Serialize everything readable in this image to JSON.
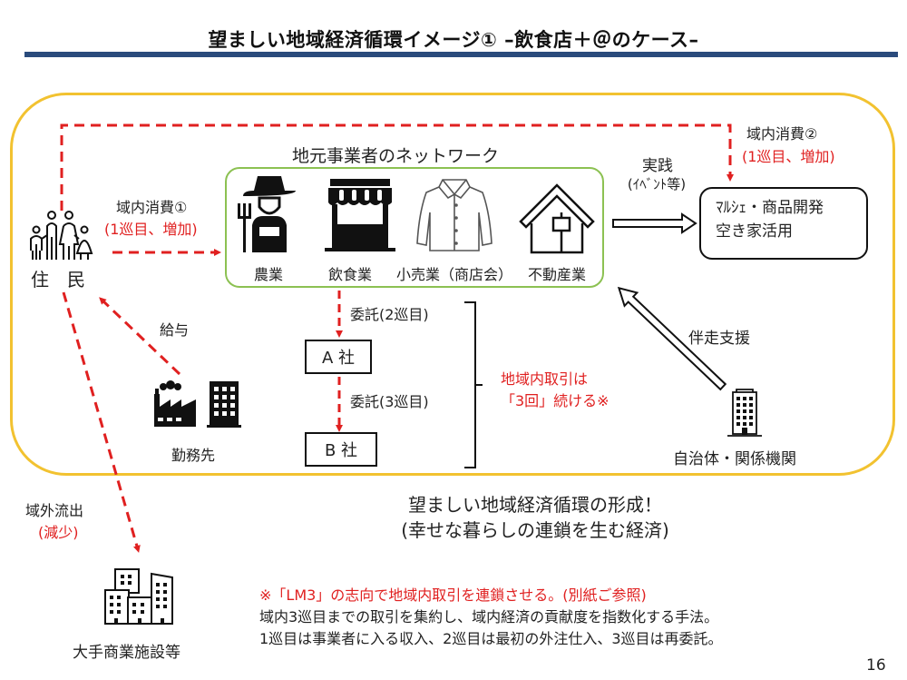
{
  "title": "望ましい地域経済循環イメージ① –飲食店＋＠のケース–",
  "colors": {
    "accent_red": "#e02020",
    "title_bar": "#2a4b7c",
    "outer_border": "#f2c230",
    "network_border": "#8cc152"
  },
  "residents": {
    "label": "住　民",
    "icon": "family-icon"
  },
  "consumption1": {
    "label": "域内消費①",
    "sub": "(1巡目、増加)"
  },
  "consumption2": {
    "label": "域内消費②",
    "sub": "(1巡目、増加)"
  },
  "network": {
    "title": "地元事業者のネットワーク",
    "items": [
      {
        "label": "農業",
        "icon": "farmer-icon"
      },
      {
        "label": "飲食業",
        "icon": "storefront-icon"
      },
      {
        "label": "小売業（商店会）",
        "icon": "shirt-icon"
      },
      {
        "label": "不動産業",
        "icon": "house-icon"
      }
    ]
  },
  "practice": {
    "label": "実践",
    "sub": "(ｲﾍﾞﾝﾄ等)"
  },
  "marche": {
    "line1": "ﾏﾙｼｪ・商品開発",
    "line2": "空き家活用"
  },
  "salary": {
    "label": "給与"
  },
  "workplace": {
    "label": "勤務先",
    "icons": [
      "factory-icon",
      "office-building-icon"
    ]
  },
  "outsource1": {
    "label": "委託(2巡目)"
  },
  "outsource2": {
    "label": "委託(3巡目)"
  },
  "company_a": {
    "label": "A 社"
  },
  "company_b": {
    "label": "B 社"
  },
  "regional_trade": {
    "line1": "地域内取引は",
    "line2": "「3回」続ける※"
  },
  "support": {
    "label": "伴走支援"
  },
  "government": {
    "label": "自治体・関係機関",
    "icon": "government-building-icon"
  },
  "outflow": {
    "label": "域外流出",
    "sub": "(減少)"
  },
  "large_commercial": {
    "label": "大手商業施設等",
    "icon": "city-buildings-icon"
  },
  "conclusion": {
    "line1": "望ましい地域経済循環の形成！",
    "line2": "(幸せな暮らしの連鎖を生む経済)"
  },
  "note": {
    "line1": "※「LM3」の志向で地域内取引を連鎖させる。(別紙ご参照)",
    "line2": "域内3巡目までの取引を集約し、域内経済の貢献度を指数化する手法。",
    "line3": "1巡目は事業者に入る収入、2巡目は最初の外注仕入、3巡目は再委託。"
  },
  "page_number": "16"
}
